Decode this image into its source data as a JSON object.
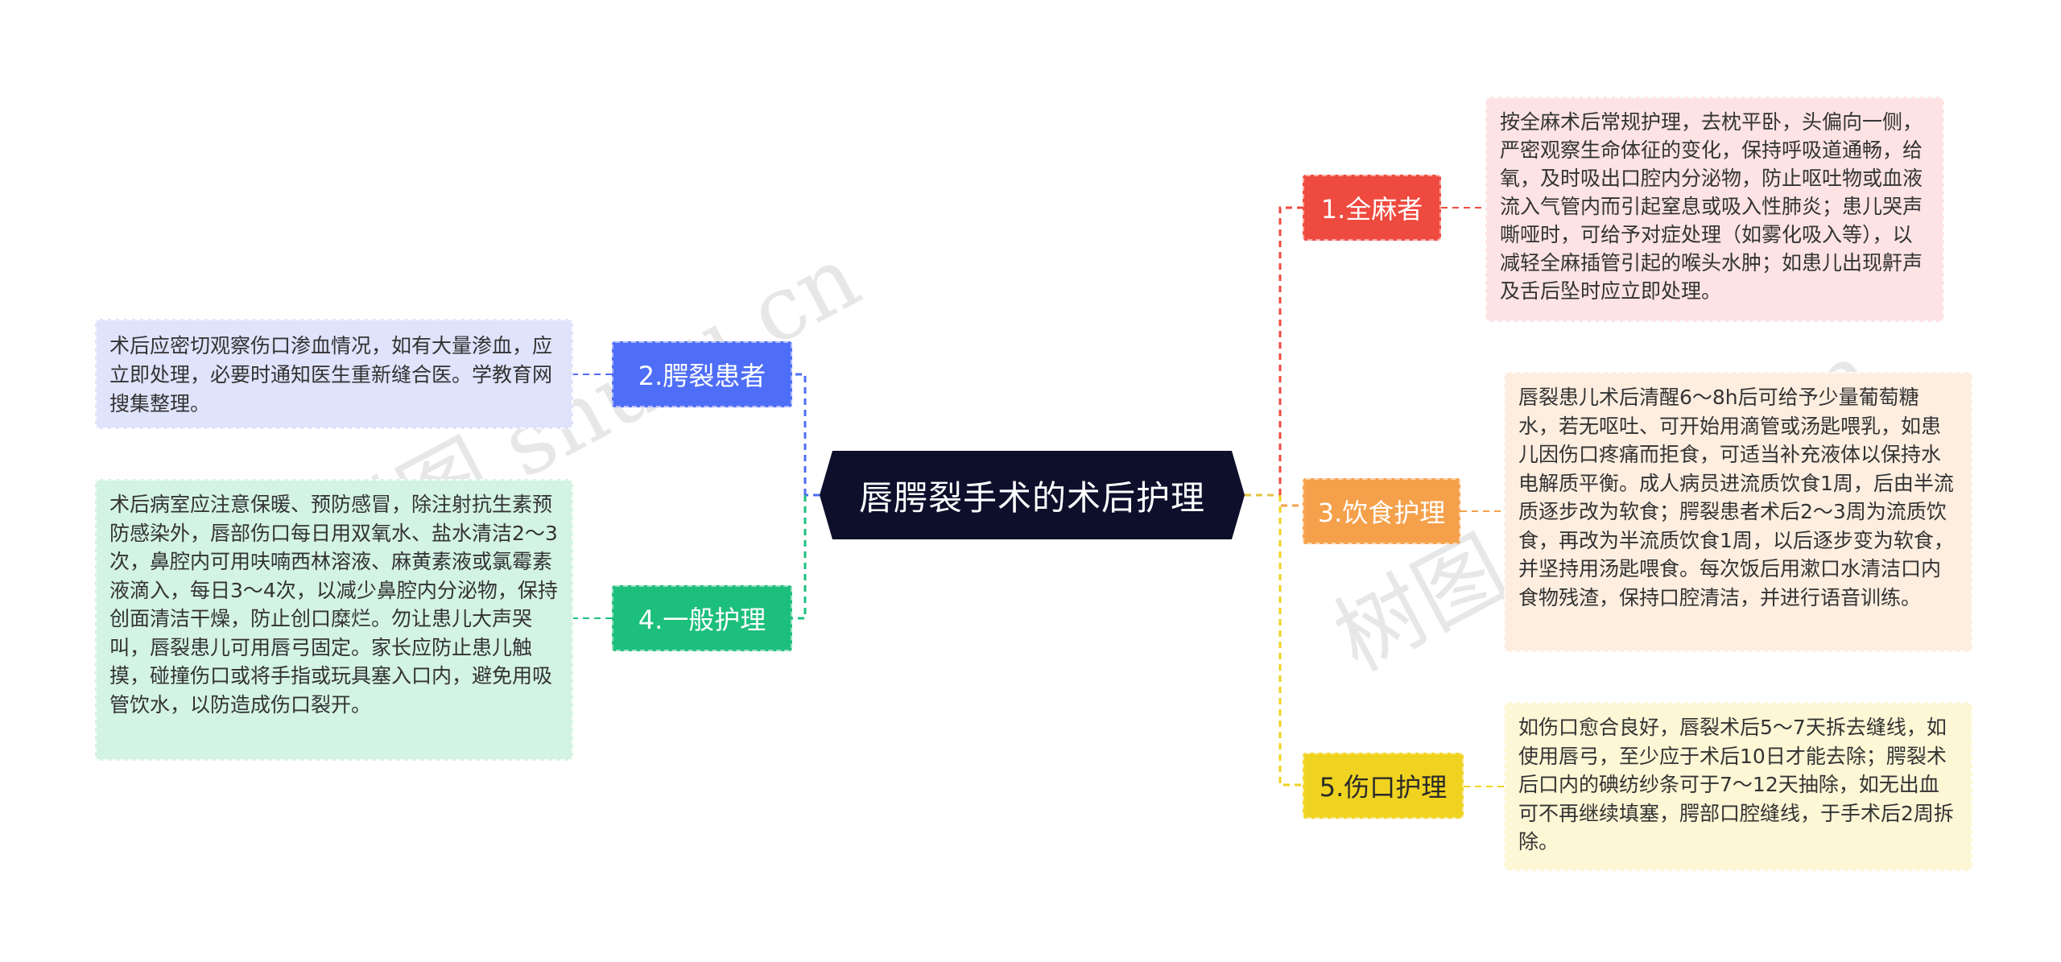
{
  "center": {
    "label": "唇腭裂手术的术后护理"
  },
  "branches": [
    {
      "id": "b1",
      "label": "1.全麻者",
      "color": "#ef4a3f",
      "note_bg": "#fde3e3",
      "note": "按全麻术后常规护理，去枕平卧，头偏向一侧，严密观察生命体征的变化，保持呼吸道通畅，给氧，及时吸出口腔内分泌物，防止呕吐物或血液流入气管内而引起窒息或吸入性肺炎；患儿哭声嘶哑时，可给予对症处理（如雾化吸入等），以减轻全麻插管引起的喉头水肿；如患儿出现鼾声及舌后坠时应立即处理。"
    },
    {
      "id": "b2",
      "label": "2.腭裂患者",
      "color": "#4f6ef7",
      "note_bg": "#dfe3fb",
      "note": "术后应密切观察伤口渗血情况，如有大量渗血，应立即处理，必要时通知医生重新缝合医。学教育网搜集整理。"
    },
    {
      "id": "b3",
      "label": "3.饮食护理",
      "color": "#f5a04a",
      "note_bg": "#fdeee0",
      "note": "唇裂患儿术后清醒6～8h后可给予少量葡萄糖水，若无呕吐、可开始用滴管或汤匙喂乳，如患儿因伤口疼痛而拒食，可适当补充液体以保持水电解质平衡。成人病员进流质饮食1周，后由半流质逐步改为软食；腭裂患者术后2～3周为流质饮食，再改为半流质饮食1周，以后逐步变为软食，并坚持用汤匙喂食。每次饭后用漱口水清洁口内食物残渣，保持口腔清洁，并进行语音训练。"
    },
    {
      "id": "b4",
      "label": "4.一般护理",
      "color": "#1dbf7c",
      "note_bg": "#d3f3e5",
      "note": "术后病室应注意保暖、预防感冒，除注射抗生素预防感染外，唇部伤口每日用双氧水、盐水清洁2～3次，鼻腔内可用呋喃西林溶液、麻黄素液或氯霉素液滴入，每日3～4次，以减少鼻腔内分泌物，保持创面清洁干燥，防止创口糜烂。勿让患儿大声哭叫，唇裂患儿可用唇弓固定。家长应防止患儿触摸，碰撞伤口或将手指或玩具塞入口内，避免用吸管饮水，以防造成伤口裂开。"
    },
    {
      "id": "b5",
      "label": "5.伤口护理",
      "color": "#f0d320",
      "note_bg": "#fdf7d6",
      "note": "如伤口愈合良好，唇裂术后5～7天拆去缝线，如使用唇弓，至少应于术后10日才能去除；腭裂术后口内的碘纺纱条可于7～12天抽除，如无出血可不再继续填塞，腭部口腔缝线，于手术后2周拆除。"
    }
  ],
  "watermarks": [
    "树图 shutu.cn",
    "树图 shutu.cn"
  ]
}
